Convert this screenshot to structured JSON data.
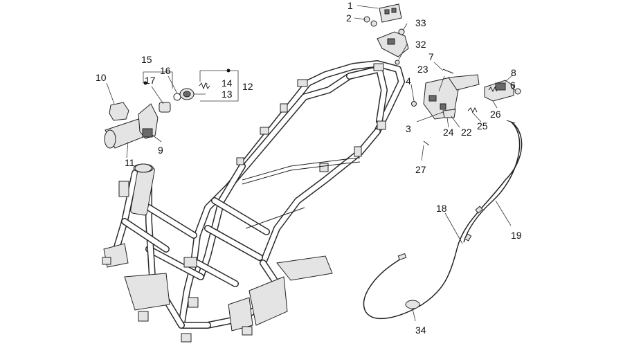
{
  "diagram": {
    "callouts": [
      {
        "id": "1",
        "label": "1"
      },
      {
        "id": "2",
        "label": "2"
      },
      {
        "id": "3",
        "label": "3"
      },
      {
        "id": "4",
        "label": "4"
      },
      {
        "id": "6",
        "label": "6"
      },
      {
        "id": "7",
        "label": "7"
      },
      {
        "id": "8",
        "label": "8"
      },
      {
        "id": "9",
        "label": "9"
      },
      {
        "id": "10",
        "label": "10"
      },
      {
        "id": "11",
        "label": "11"
      },
      {
        "id": "12",
        "label": "12"
      },
      {
        "id": "13",
        "label": "13"
      },
      {
        "id": "14",
        "label": "14"
      },
      {
        "id": "15",
        "label": "15"
      },
      {
        "id": "16",
        "label": "16"
      },
      {
        "id": "17",
        "label": "17"
      },
      {
        "id": "18",
        "label": "18"
      },
      {
        "id": "19",
        "label": "19"
      },
      {
        "id": "22",
        "label": "22"
      },
      {
        "id": "23",
        "label": "23"
      },
      {
        "id": "24",
        "label": "24"
      },
      {
        "id": "25",
        "label": "25"
      },
      {
        "id": "26",
        "label": "26"
      },
      {
        "id": "27",
        "label": "27"
      },
      {
        "id": "32",
        "label": "32"
      },
      {
        "id": "33",
        "label": "33"
      },
      {
        "id": "34",
        "label": "34"
      }
    ]
  }
}
